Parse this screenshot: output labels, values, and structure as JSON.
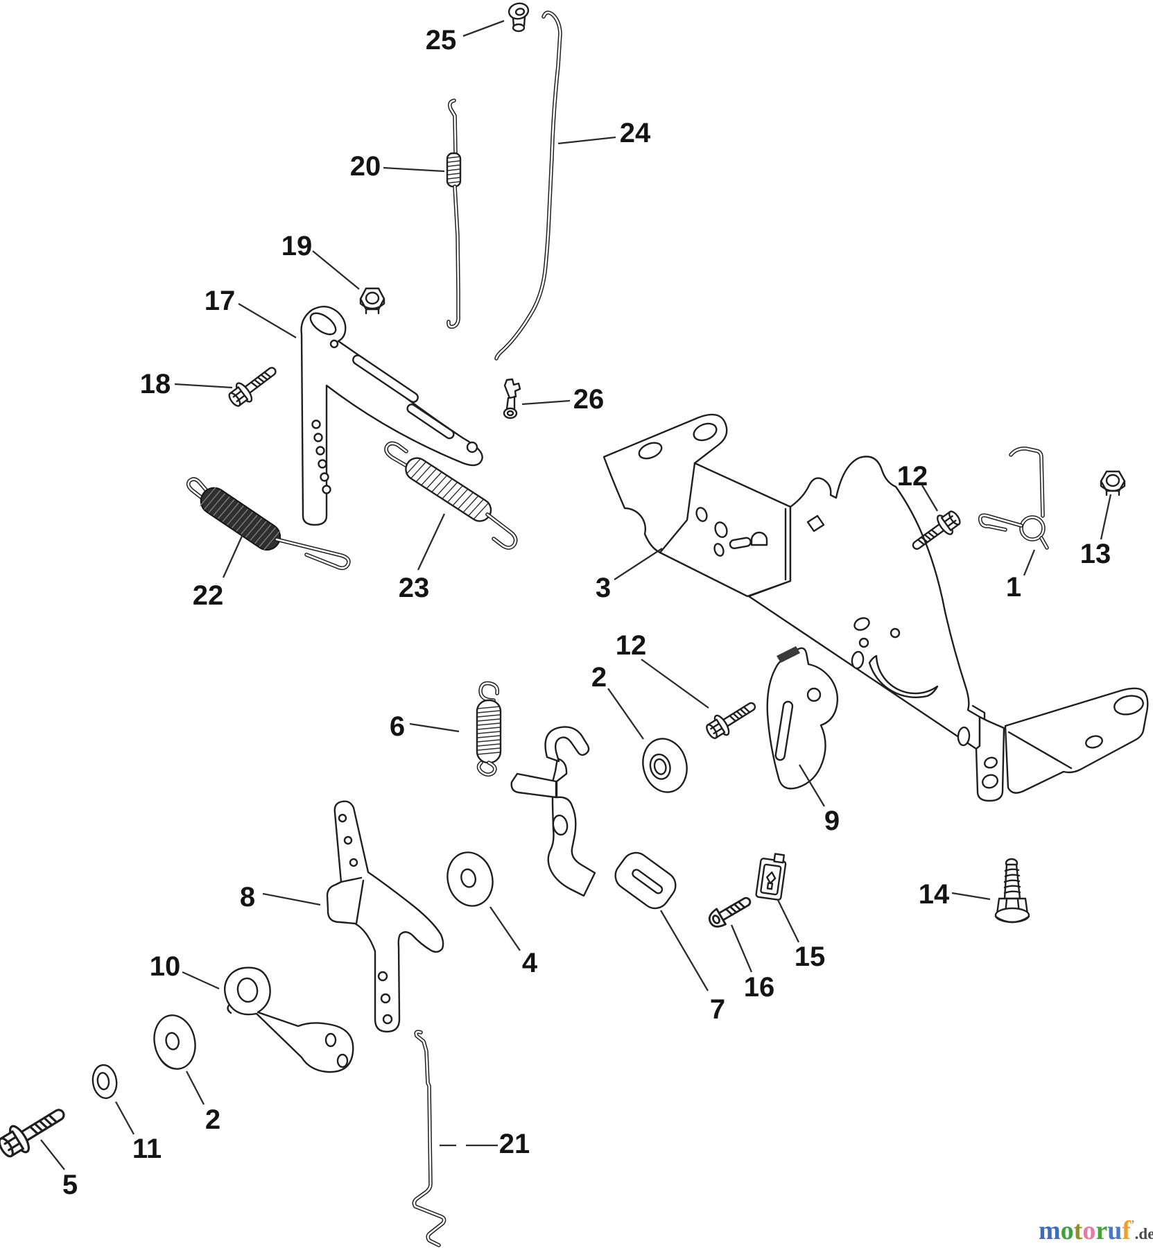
{
  "diagram": {
    "kind": "exploded-parts-diagram",
    "parts": [
      {
        "num": "25"
      },
      {
        "num": "24"
      },
      {
        "num": "20"
      },
      {
        "num": "19"
      },
      {
        "num": "17"
      },
      {
        "num": "18"
      },
      {
        "num": "26"
      },
      {
        "num": "3"
      },
      {
        "num": "12"
      },
      {
        "num": "13"
      },
      {
        "num": "1"
      },
      {
        "num": "22"
      },
      {
        "num": "23"
      },
      {
        "num": "6"
      },
      {
        "num": "2"
      },
      {
        "num": "12"
      },
      {
        "num": "9"
      },
      {
        "num": "8"
      },
      {
        "num": "4"
      },
      {
        "num": "7"
      },
      {
        "num": "15"
      },
      {
        "num": "16"
      },
      {
        "num": "14"
      },
      {
        "num": "10"
      },
      {
        "num": "2"
      },
      {
        "num": "11"
      },
      {
        "num": "5"
      },
      {
        "num": "21"
      }
    ]
  },
  "watermark": {
    "letters": [
      {
        "ch": "m",
        "color": "#3f6bbd"
      },
      {
        "ch": "o",
        "color": "#3da23d"
      },
      {
        "ch": "t",
        "color": "#8f8f2e"
      },
      {
        "ch": "o",
        "color": "#e878aa"
      },
      {
        "ch": "r",
        "color": "#46a437"
      },
      {
        "ch": "u",
        "color": "#4a77c4"
      },
      {
        "ch": "f",
        "color": "#eda02f"
      }
    ],
    "tick": "’",
    "suffix": ".de"
  }
}
